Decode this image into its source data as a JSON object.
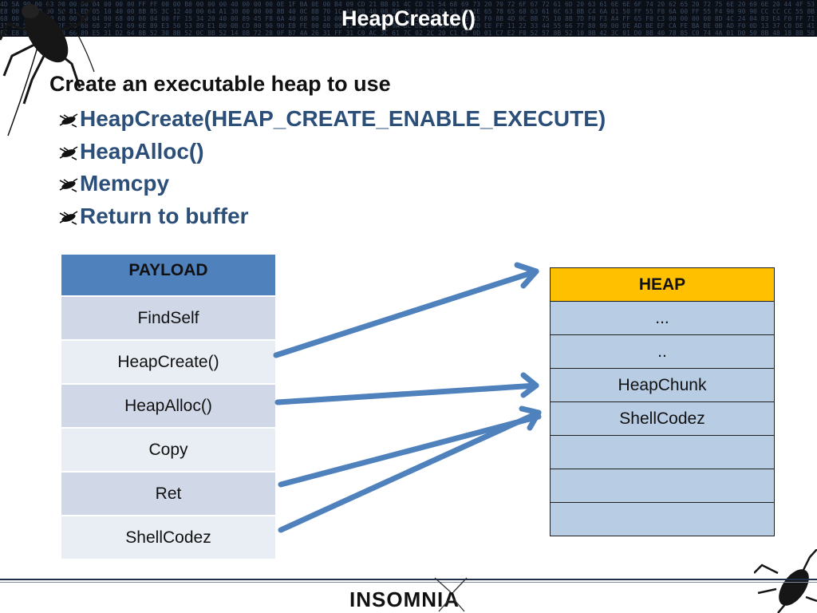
{
  "slide": {
    "title": "HeapCreate()",
    "main_bullet": "Create an executable heap to use",
    "sub_bullets": [
      "HeapCreate(HEAP_CREATE_ENABLE_EXECUTE)",
      "HeapAlloc()",
      "Memcpy",
      "Return to buffer"
    ]
  },
  "payload_table": {
    "header": "PAYLOAD",
    "rows": [
      "FindSelf",
      "HeapCreate()",
      "HeapAlloc()",
      "Copy",
      "Ret",
      "ShellCodez"
    ]
  },
  "heap_table": {
    "header": "HEAP",
    "rows": [
      "...",
      "..",
      "HeapChunk",
      "ShellCodez",
      "",
      "",
      ""
    ]
  },
  "footer": {
    "brand": "INSOMNIA"
  },
  "colors": {
    "title_bar": "#0b0f17",
    "sub_bullet_text": "#2b4f78",
    "payload_header": "#4f81bd",
    "heap_header": "#ffc000",
    "heap_cell": "#b8cce4",
    "arrow": "#4f81bd"
  },
  "icons": {
    "bullet": "cockroach-bullet-icon",
    "decoration": "cockroach-icon"
  }
}
